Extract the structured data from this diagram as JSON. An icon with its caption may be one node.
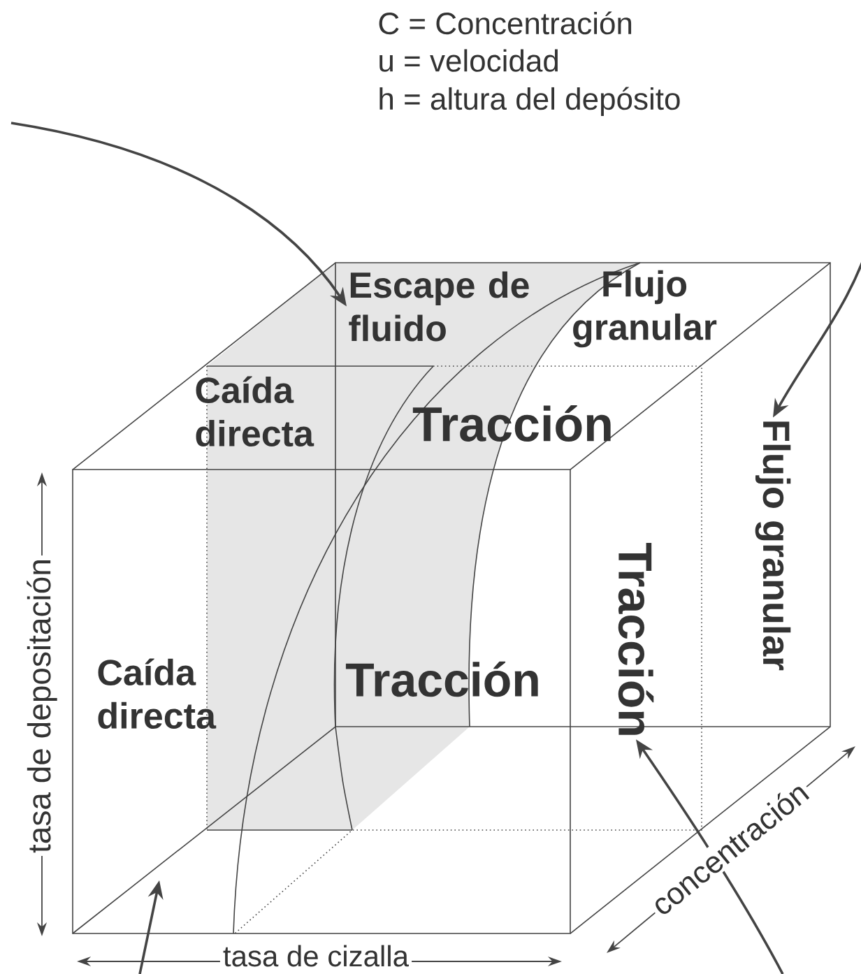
{
  "diagram": {
    "nodes": [
      {
        "text": [
          "Escape de fluido"
        ]
      },
      {
        "text": [
          "Flujo granular"
        ]
      },
      {
        "text": [
          "Caída directa"
        ]
      },
      {
        "text": [
          "Tracción"
        ]
      },
      {
        "text": [
          "Flujo granular"
        ]
      },
      {
        "text": [
          "Caída directa"
        ]
      },
      {
        "text": [
          "Tracción"
        ]
      },
      {
        "text": [
          "Tracción"
        ]
      }
    ],
    "edges": [
      {
        "from": null,
        "to": 0,
        "arrow": "to"
      },
      {
        "from": null,
        "to": 4,
        "arrow": "to"
      },
      {
        "from": null,
        "to": 7,
        "arrow": "to"
      }
    ],
    "labels": [
      "C = Concentración",
      "u = velocidad",
      "h = altura del depósito",
      "tasa de depositación",
      "tasa de cizalla",
      "concentración"
    ]
  }
}
